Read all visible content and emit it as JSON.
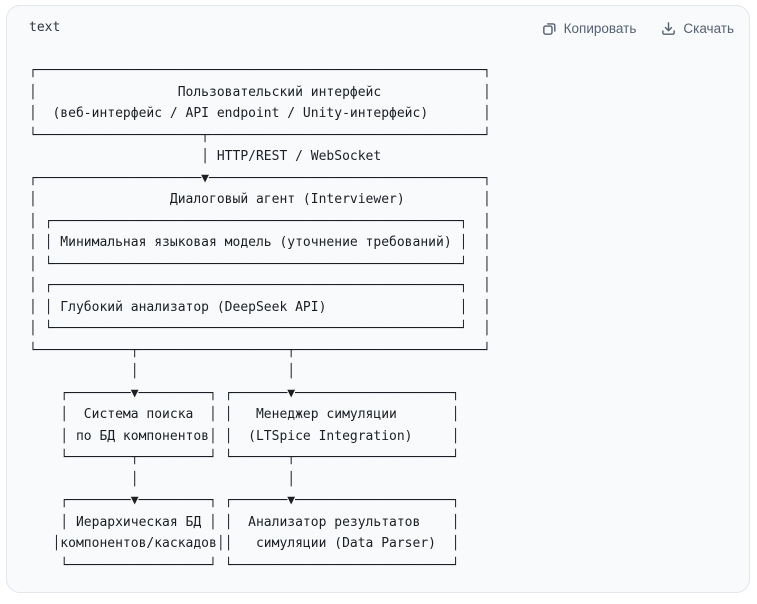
{
  "header": {
    "language_label": "text",
    "copy_button": {
      "label": "Копировать",
      "icon": "copy-icon"
    },
    "download_button": {
      "label": "Скачать",
      "icon": "download-icon"
    }
  },
  "code_block": {
    "language": "text",
    "ascii_diagram": "┌─────────────────────────────────────────────────────────┐\n│                  Пользовательский интерфейс             │\n│  (веб-интерфейс / API endpoint / Unity-интерфейс)       │\n└─────────────────────┬───────────────────────────────────┘\n                      │ HTTP/REST / WebSocket\n┌─────────────────────▼───────────────────────────────────┐\n│                 Диалоговый агент (Interviewer)          │\n│ ┌────────────────────────────────────────────────────┐  │\n│ │ Минимальная языковая модель (уточнение требований) │  │\n│ └────────────────────────────────────────────────────┘  │\n│ ┌────────────────────────────────────────────────────┐  │\n│ │ Глубокий анализатор (DeepSeek API)                 │  │\n│ └────────────────────────────────────────────────────┘  │\n└────────────┬───────────────────┬────────────────────────┘\n             │                   │\n    ┌────────▼─────────┐ ┌───────▼────────────────────┐\n    │  Система поиска  │ │   Менеджер симуляции       │\n    │ по БД компонентов│ │  (LTSpice Integration)     │\n    └────────┬─────────┘ └───────┬────────────────────┘\n             │                   │\n    ┌────────▼─────────┐ ┌───────▼────────────────────┐\n    │ Иерархическая БД │ │  Анализатор результатов    │\n   │компонентов/каскадов││   симуляции (Data Parser)  │\n    └──────────────────┘ └────────────────────────────┘",
    "diagram_nodes": [
      {
        "label": "Пользовательский интерфейс",
        "sublabel": "(веб-интерфейс / API endpoint / Unity-интерфейс)"
      },
      {
        "label": "Диалоговый агент (Interviewer)",
        "children": [
          "Минимальная языковая модель (уточнение требований)",
          "Глубокий анализатор (DeepSeek API)"
        ]
      },
      {
        "label": "Система поиска по БД компонентов"
      },
      {
        "label": "Менеджер симуляции (LTSpice Integration)"
      },
      {
        "label": "Иерархическая БД компонентов/каскадов"
      },
      {
        "label": "Анализатор результатов симуляции (Data Parser)"
      }
    ],
    "diagram_edges": [
      {
        "from": "Пользовательский интерфейс",
        "to": "Диалоговый агент (Interviewer)",
        "label": "HTTP/REST / WebSocket"
      },
      {
        "from": "Диалоговый агент (Interviewer)",
        "to": "Система поиска по БД компонентов"
      },
      {
        "from": "Диалоговый агент (Interviewer)",
        "to": "Менеджер симуляции (LTSpice Integration)"
      },
      {
        "from": "Система поиска по БД компонентов",
        "to": "Иерархическая БД компонентов/каскадов"
      },
      {
        "from": "Менеджер симуляции (LTSpice Integration)",
        "to": "Анализатор результатов симуляции (Data Parser)"
      }
    ]
  },
  "colors": {
    "page_bg": "#ffffff",
    "card_bg": "#f8fafc",
    "card_border": "#e3e6ea",
    "language_label_text": "#30363d",
    "action_text": "#566171",
    "code_text": "#1b1f24"
  }
}
